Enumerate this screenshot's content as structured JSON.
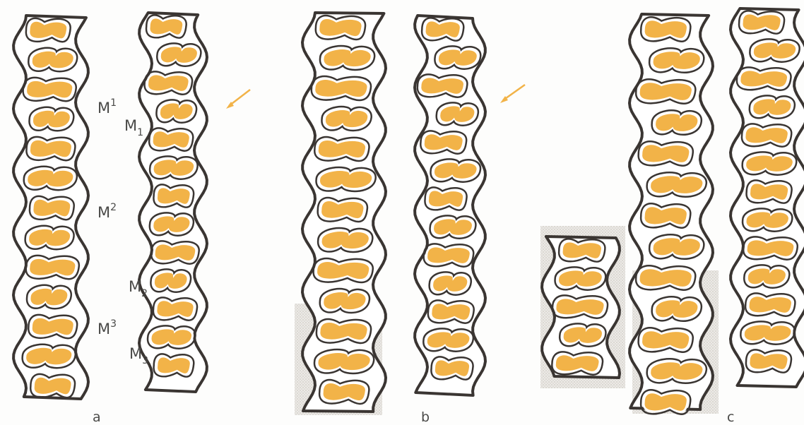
{
  "colors": {
    "enamel_fill": "#F2B348",
    "outline": "#3a3532",
    "arrow": "#F2B348",
    "shade": "#d9d7d3"
  },
  "panels": {
    "a": {
      "caption": "a"
    },
    "b": {
      "caption": "b"
    },
    "c": {
      "caption": "c"
    }
  },
  "tooth_labels": {
    "upper_m1": {
      "base": "M",
      "sup": "1"
    },
    "upper_m2": {
      "base": "M",
      "sup": "2"
    },
    "upper_m3": {
      "base": "M",
      "sup": "3"
    },
    "lower_m1": {
      "base": "M",
      "sub": "1"
    },
    "lower_m2": {
      "base": "M",
      "sub": "2"
    },
    "lower_m3": {
      "base": "M",
      "sub": "3"
    }
  }
}
